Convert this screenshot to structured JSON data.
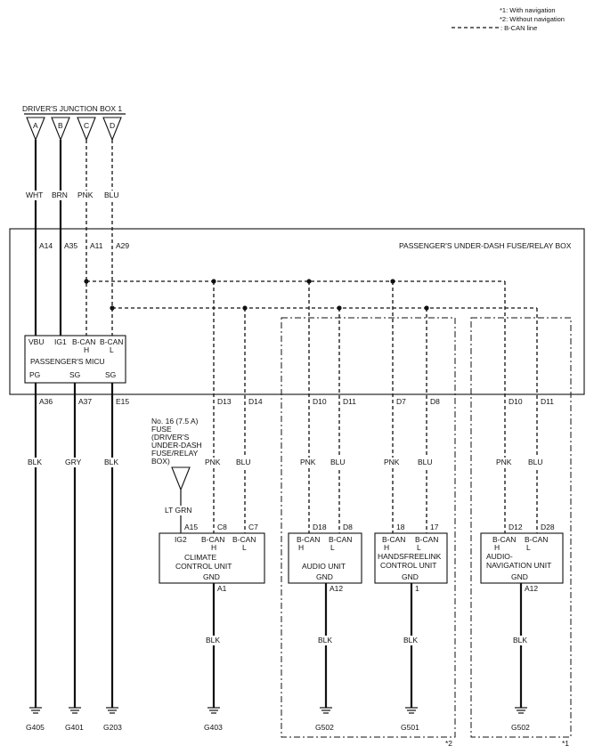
{
  "legend": {
    "with_nav": "*1: With navigation",
    "without_nav": "*2: Without navigation",
    "bcan": ": B-CAN line"
  },
  "junction_box": {
    "title": "DRIVER'S JUNCTION BOX 1",
    "terminals": [
      "A",
      "B",
      "C",
      "D"
    ],
    "wire_colors": [
      "WHT",
      "BRN",
      "PNK",
      "BLU"
    ],
    "pins": [
      "A14",
      "A35",
      "A11",
      "A29"
    ]
  },
  "fuse_relay_box": {
    "title": "PASSENGER'S UNDER-DASH FUSE/RELAY BOX"
  },
  "micu": {
    "title": "PASSENGER'S MICU",
    "top_labels": [
      "VBU",
      "IG1",
      "B-CAN",
      "B-CAN"
    ],
    "top_sub": [
      "H",
      "L"
    ],
    "bottom_labels": [
      "PG",
      "SG",
      "SG"
    ],
    "out_pins": [
      "A36",
      "A37",
      "E15"
    ],
    "out_colors": [
      "BLK",
      "GRY",
      "BLK"
    ],
    "grounds": [
      "G405",
      "G401",
      "G203"
    ]
  },
  "box_pins": {
    "climate": [
      "D13",
      "D14"
    ],
    "audio": [
      "D10",
      "D11"
    ],
    "hfl": [
      "D7",
      "D8"
    ],
    "nav": [
      "D10",
      "D11"
    ]
  },
  "can_colors": [
    "PNK",
    "BLU"
  ],
  "fuse": {
    "lines": [
      "No. 16 (7.5 A)",
      "FUSE",
      "(DRIVER'S",
      "UNDER-DASH",
      "FUSE/RELAY",
      "BOX)"
    ],
    "wire_color": "LT GRN",
    "pin": "A15"
  },
  "climate_unit": {
    "pins": [
      "C8",
      "C7"
    ],
    "top_labels": [
      "IG2",
      "B-CAN",
      "B-CAN"
    ],
    "top_sub": [
      "H",
      "L"
    ],
    "name": [
      "CLIMATE",
      "CONTROL UNIT"
    ],
    "gnd": "GND",
    "gnd_pin": "A1",
    "gnd_color": "BLK",
    "ground": "G403"
  },
  "audio_unit": {
    "pins": [
      "D18",
      "D8"
    ],
    "top_labels": [
      "B-CAN",
      "B-CAN"
    ],
    "top_sub": [
      "H",
      "L"
    ],
    "name": [
      "AUDIO UNIT"
    ],
    "gnd": "GND",
    "gnd_pin": "A12",
    "gnd_color": "BLK",
    "ground": "G502"
  },
  "hfl_unit": {
    "pins": [
      "18",
      "17"
    ],
    "top_labels": [
      "B-CAN",
      "B-CAN"
    ],
    "top_sub": [
      "H",
      "L"
    ],
    "name": [
      "HANDSFREELINK",
      "CONTROL UNIT"
    ],
    "gnd": "GND",
    "gnd_pin": "1",
    "gnd_color": "BLK",
    "ground": "G501"
  },
  "nav_unit": {
    "pins": [
      "D12",
      "D28"
    ],
    "top_labels": [
      "B-CAN",
      "B-CAN"
    ],
    "top_sub": [
      "H",
      "L"
    ],
    "name": [
      "AUDIO-",
      "NAVIGATION UNIT"
    ],
    "gnd": "GND",
    "gnd_pin": "A12",
    "gnd_color": "BLK",
    "ground": "G502"
  },
  "region_marks": [
    "*2",
    "*1"
  ]
}
